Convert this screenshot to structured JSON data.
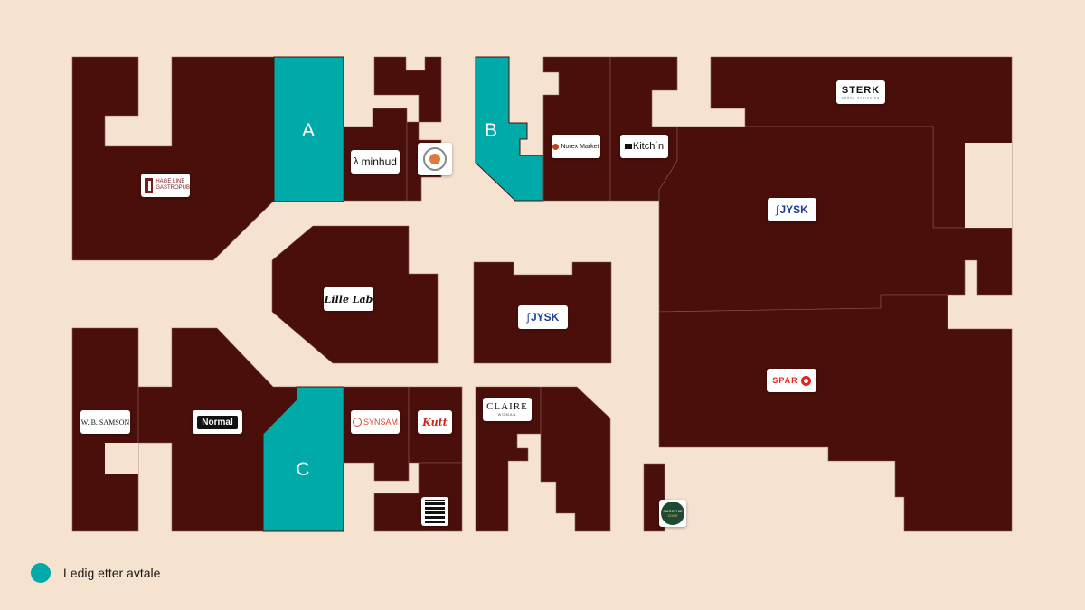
{
  "colors": {
    "background": "#f5e3d0",
    "occupied_unit": "#4a0f0a",
    "available_unit": "#00aaa8",
    "brand_red": "#7a1a1a",
    "jysk_blue": "#1c3f94",
    "spar_red": "#e3241b",
    "synsam_red": "#e1412a",
    "smoothie_green": "#1e4a32"
  },
  "available_units": [
    {
      "letter": "A"
    },
    {
      "letter": "B"
    },
    {
      "letter": "C"
    }
  ],
  "stores": {
    "hageline": {
      "line1": "HAGE LINE",
      "line2": "GASTROPUB"
    },
    "minhud": {
      "name": "minhud"
    },
    "norex": {
      "name": "Norex Market"
    },
    "kitchn": {
      "name": "Kitch´n"
    },
    "sterk": {
      "name": "STERK",
      "tagline": "NORSK STRIKKING"
    },
    "jysk_large": {
      "name": "JYSK"
    },
    "lille_lab": {
      "name": "Lille Lab"
    },
    "jysk_small": {
      "name": "JYSK"
    },
    "spar": {
      "name": "SPAR"
    },
    "ws_samson": {
      "name": "W. B. SAMSON"
    },
    "normal": {
      "name": "Normal"
    },
    "synsam": {
      "name": "SYNSAM"
    },
    "kutt": {
      "name": "Kutt"
    },
    "claire": {
      "name": "CLAIRE",
      "tagline": "WOMAN"
    },
    "smoothie": {
      "line1": "SMOOTHIE",
      "line2": "ZONE"
    }
  },
  "legend": {
    "label": "Ledig etter avtale"
  }
}
